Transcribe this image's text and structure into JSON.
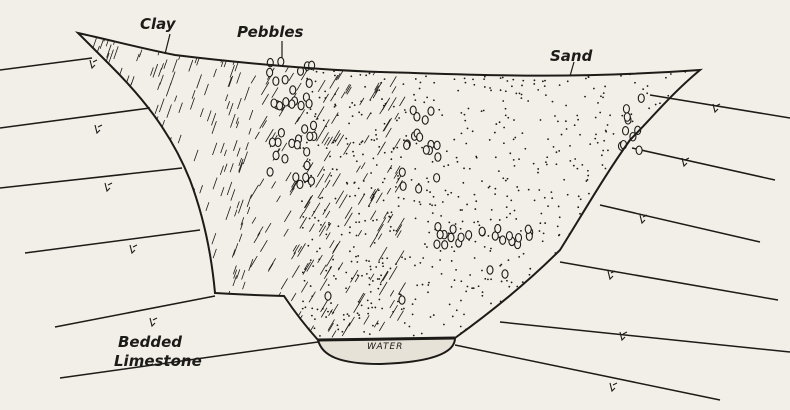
{
  "labels": {
    "clay": "Clay",
    "pebbles": "Pebbles",
    "sand": "Sand",
    "limestone_line1": "Bedded",
    "limestone_line2": "Limestone",
    "water": "WATER"
  },
  "colors": {
    "ink": "#1d1b18",
    "paper": "#f2efe8"
  }
}
